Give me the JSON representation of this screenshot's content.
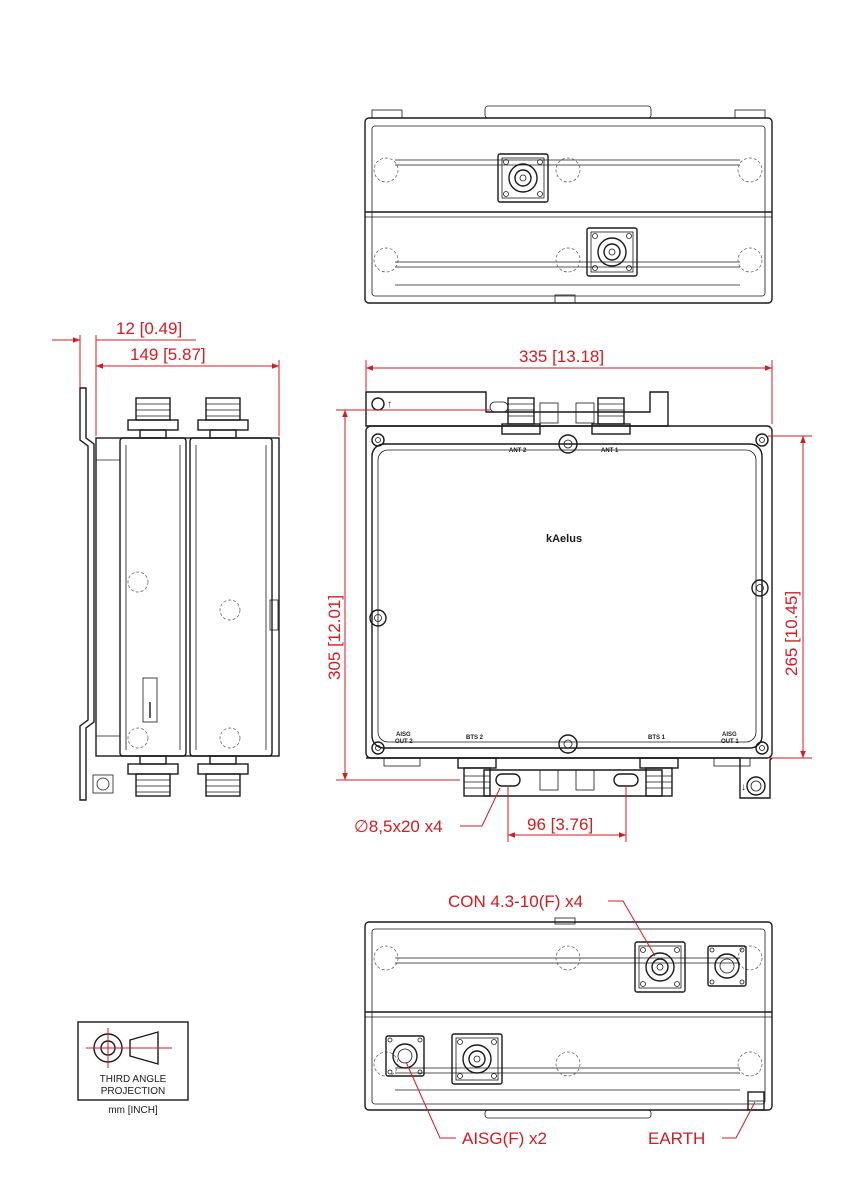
{
  "dimensions": {
    "side_offset": "12 [0.49]",
    "side_depth": "149 [5.87]",
    "front_width": "335 [13.18]",
    "front_height": "305 [12.01]",
    "body_height": "265 [10.45]",
    "hole_spacing": "96 [3.76]"
  },
  "callouts": {
    "slots": "∅8,5x20 x4",
    "connectors": "CON 4.3-10(F) x4",
    "aisg": "AISG(F) x2",
    "earth": "EARTH"
  },
  "port_labels": {
    "ant2": "ANT 2",
    "ant1": "ANT 1",
    "bts2": "BTS 2",
    "bts1": "BTS 1",
    "aisg_out2_line1": "AISG",
    "aisg_out2_line2": "OUT 2",
    "aisg_out1_line1": "AISG",
    "aisg_out1_line2": "OUT 1"
  },
  "brand": "kAelus",
  "title_block": {
    "line1": "THIRD ANGLE",
    "line2": "PROJECTION",
    "units": "mm [INCH]"
  },
  "colors": {
    "dimension": "#d71920",
    "line": "#1a1a1a"
  }
}
